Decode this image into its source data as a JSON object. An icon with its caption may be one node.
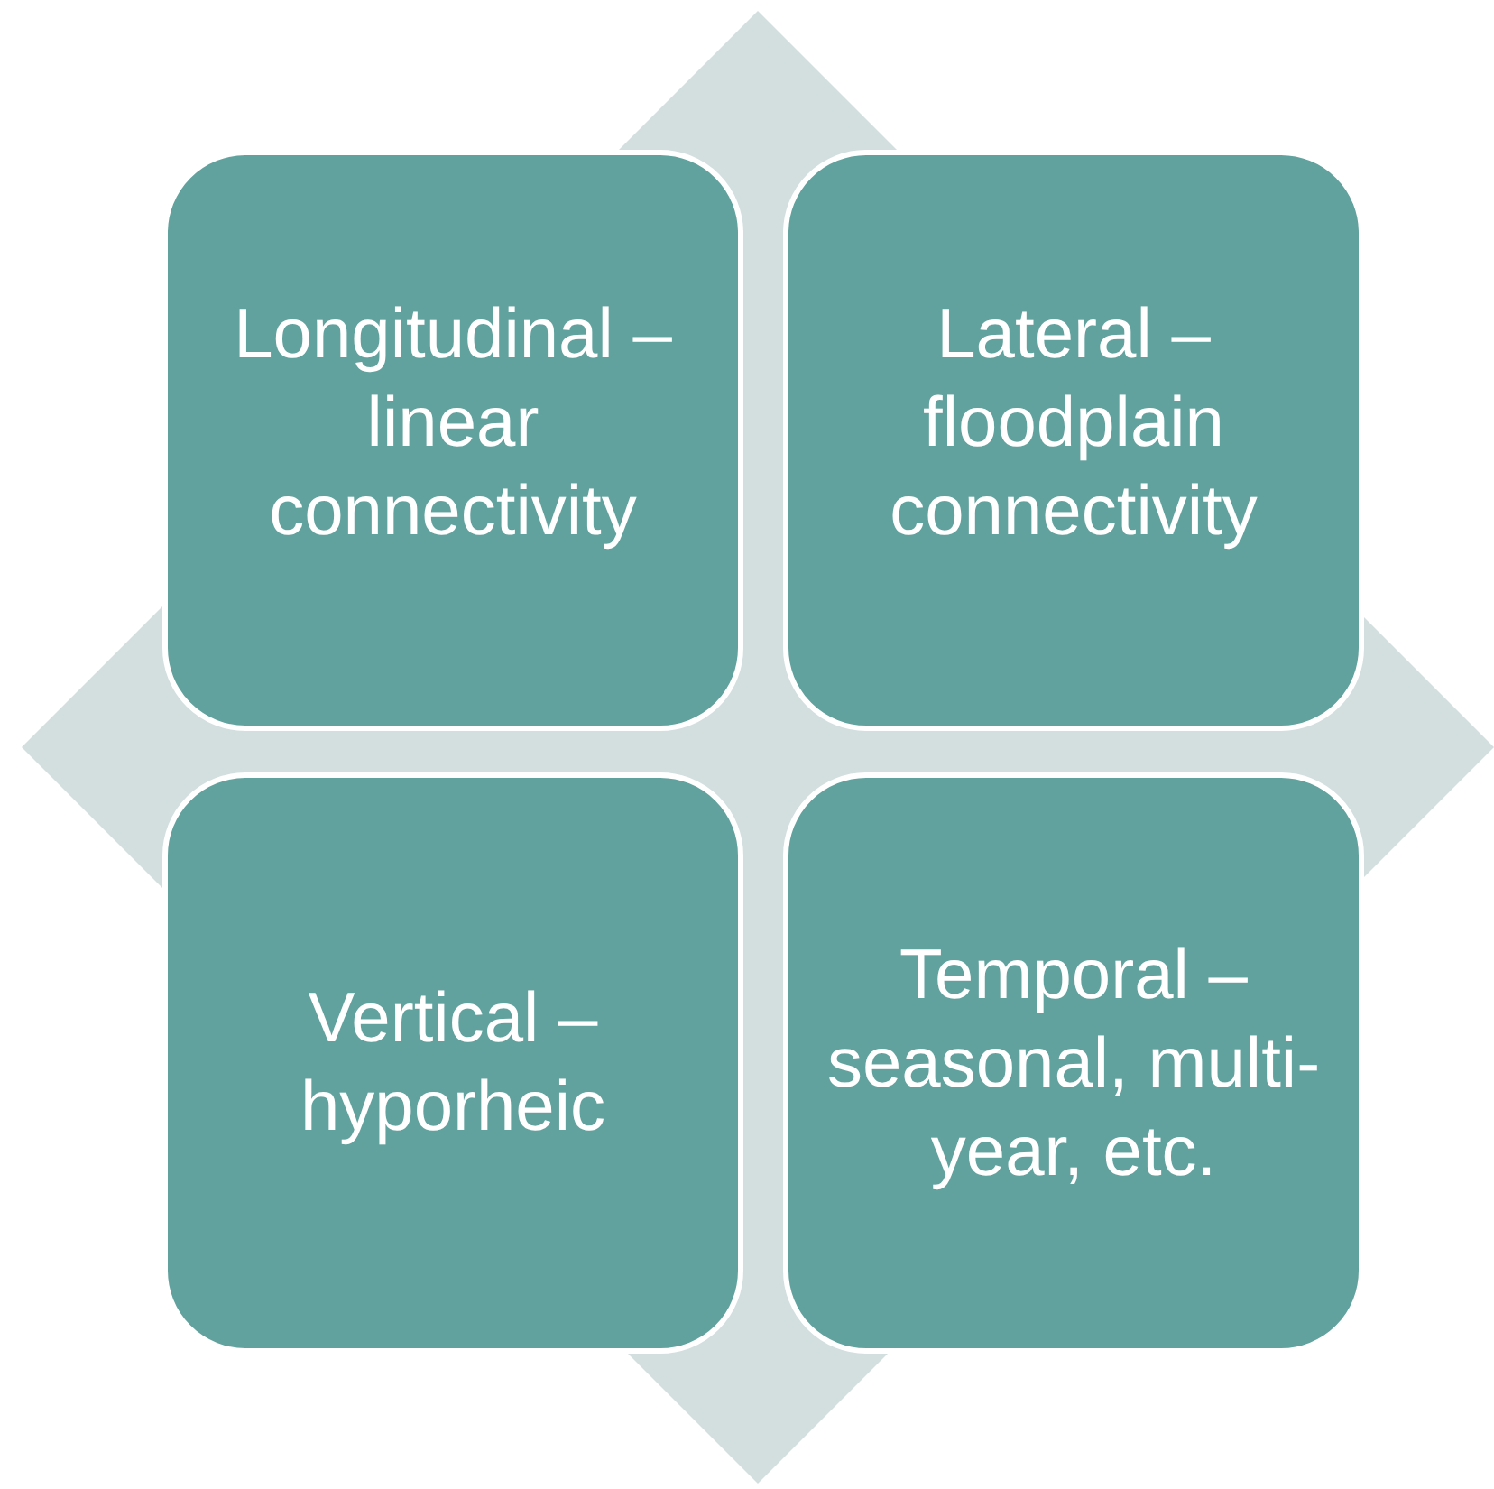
{
  "diagram": {
    "nodes": [
      {
        "text": [
          "Longitudinal – linear connectivity"
        ]
      },
      {
        "text": [
          "Lateral – floodplain connectivity"
        ]
      },
      {
        "text": [
          "Vertical – hyporheic"
        ]
      },
      {
        "text": [
          "Temporal – seasonal, multi-year, etc."
        ]
      }
    ]
  }
}
